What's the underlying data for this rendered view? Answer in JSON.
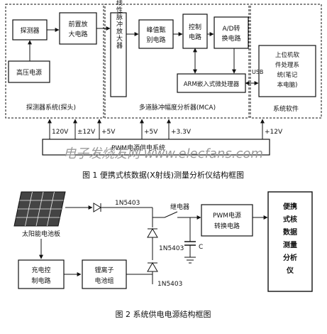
{
  "figure1": {
    "caption": "图 1    便携式核数据(X射线)测量分析仪结构框图",
    "probe_system_label": "探测器系统(探头)",
    "detector": "探测器",
    "preamp": [
      "前置放",
      "大电路"
    ],
    "hv_supply": "高压电源",
    "pulse_amp": "线性脉冲放大器",
    "peak_detect": [
      "峰值甄",
      "别电路"
    ],
    "control": [
      "控制",
      "电路"
    ],
    "adc": [
      "A/D转",
      "换电路"
    ],
    "arm": "ARM嵌入式微处理器",
    "mca_label": "多道脉冲幅度分析器(MCA)",
    "usb": "USB",
    "pc": [
      "上位机软",
      "件处理系",
      "统(笔记",
      "本电脑)"
    ],
    "system_software": "系统软件",
    "voltages": [
      "120V",
      "±12V",
      "+5V",
      "+5V",
      "+3.3V",
      "+12V"
    ],
    "pwm_system": "PWM电源供电系统"
  },
  "figure2": {
    "caption": "图 2    系统供电电源结构框图",
    "solar_panel": "太阳能电池板",
    "diode_top": "1N5403",
    "diode_mid": "1N5403",
    "diode_bot": "1N5403",
    "relay": "继电器",
    "capacitor": "C",
    "pwm_convert": [
      "PWM电源",
      "转换电路"
    ],
    "charge_ctrl": [
      "充电控",
      "制电路"
    ],
    "battery": [
      "锂离子",
      "电池组"
    ],
    "device": [
      "便携",
      "式核",
      "数据",
      "测量",
      "分析",
      "仪"
    ]
  },
  "watermark": "电子发烧友网 www.elecfans.com",
  "colors": {
    "ink": "#111111",
    "panel": "#444444",
    "watermark": "#9a9a9a"
  }
}
